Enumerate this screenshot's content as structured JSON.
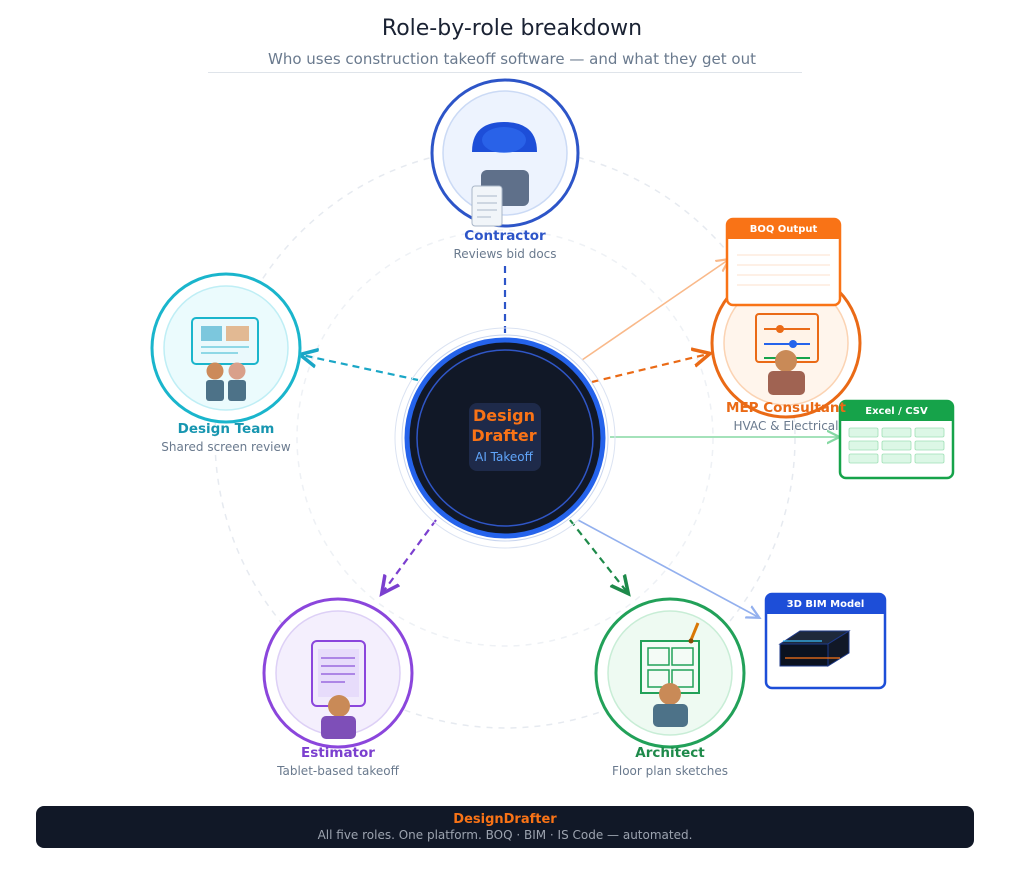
{
  "header": {
    "title": "Role-by-role breakdown",
    "subtitle": "Who uses construction takeoff software — and what they get out"
  },
  "hub": {
    "name_line1": "Design",
    "name_line2": "Drafter",
    "sub": "AI Takeoff"
  },
  "roles": {
    "contractor": {
      "name": "Contractor",
      "desc": "Reviews bid docs",
      "color": "#2d55c8"
    },
    "design_team": {
      "name": "Design Team",
      "desc": "Shared screen review",
      "color": "#1796b0"
    },
    "mep": {
      "name": "MEP Consultant",
      "desc": "HVAC & Electrical",
      "color": "#ea6a16"
    },
    "estimator": {
      "name": "Estimator",
      "desc": "Tablet-based takeoff",
      "color": "#7b3fcf"
    },
    "architect": {
      "name": "Architect",
      "desc": "Floor plan sketches",
      "color": "#1e8a4a"
    }
  },
  "outputs": {
    "boq": {
      "title": "BOQ Output",
      "color": "#f97316"
    },
    "excel": {
      "title": "Excel / CSV",
      "color": "#16a34a"
    },
    "bim": {
      "title": "3D BIM Model",
      "color": "#1d4ed8"
    }
  },
  "footer": {
    "title": "DesignDrafter",
    "tagline": "All five roles. One platform. BOQ · BIM · IS Code — automated."
  }
}
